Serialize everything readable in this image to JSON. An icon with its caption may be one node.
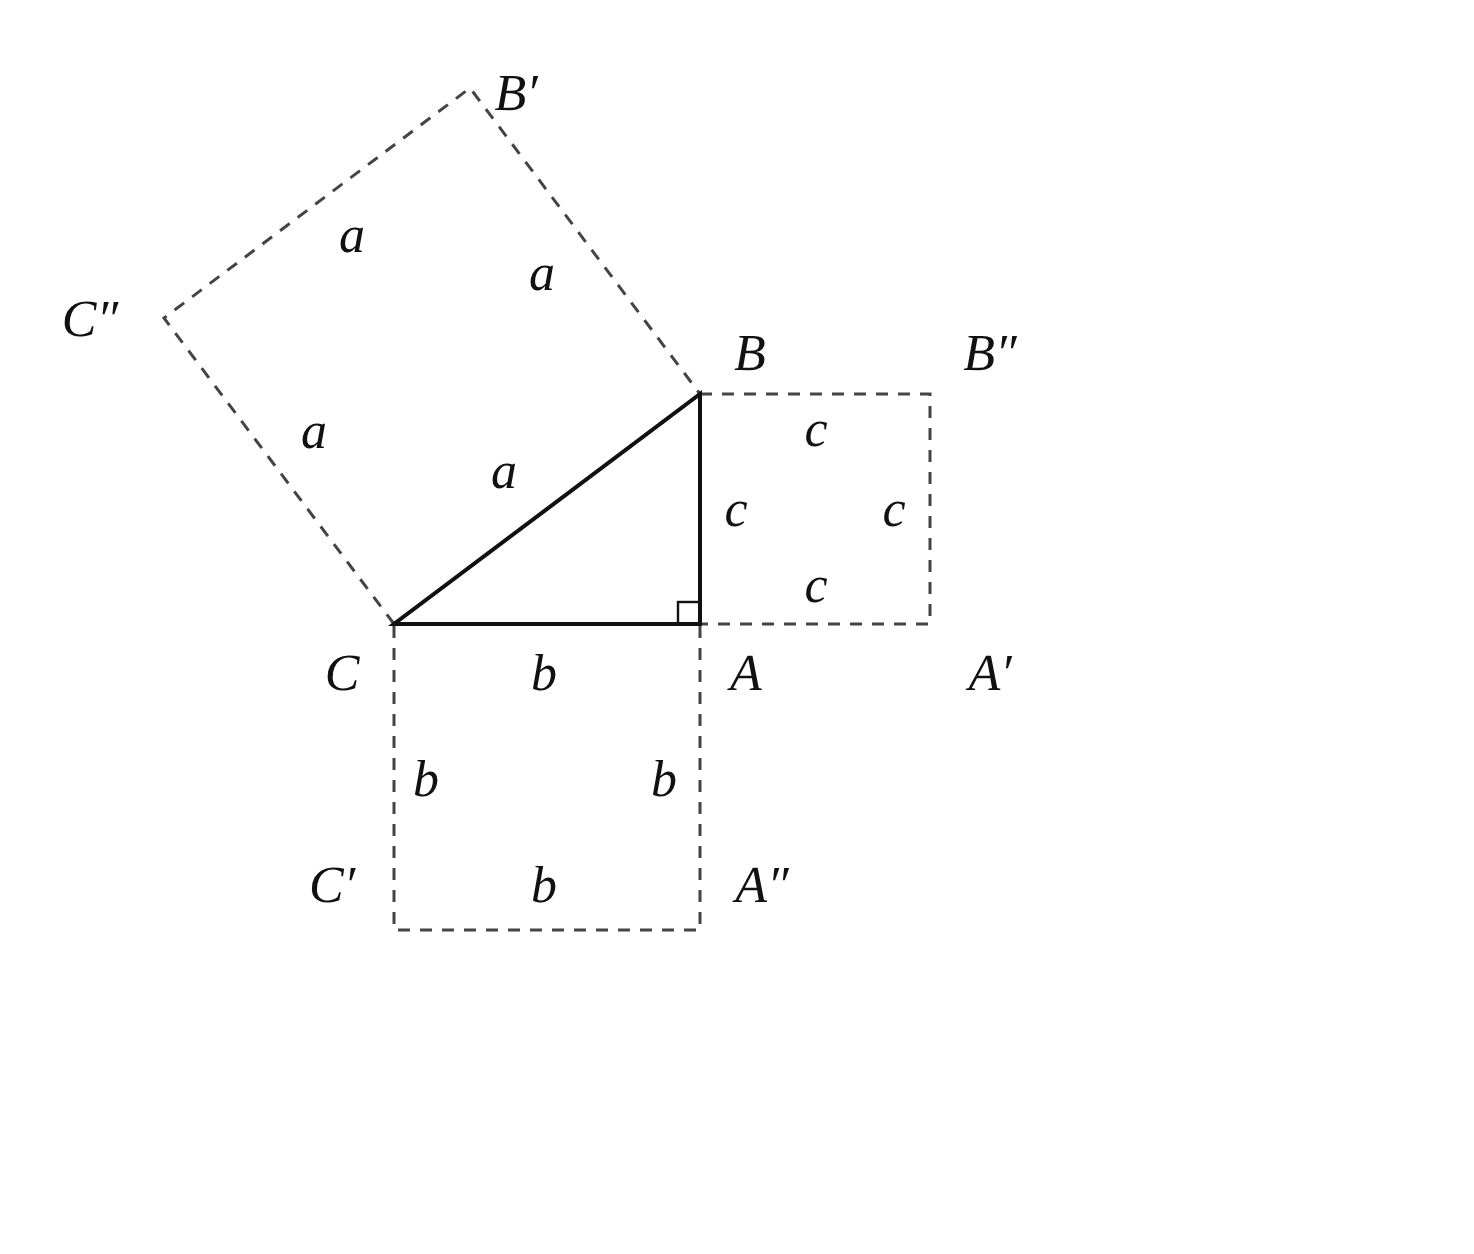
{
  "diagram": {
    "labels": [
      "B′",
      "a",
      "a",
      "C″",
      "B",
      "B″",
      "a",
      "c",
      "a",
      "c",
      "c",
      "c",
      "C",
      "b",
      "A",
      "A′",
      "b",
      "b",
      "C′",
      "b",
      "A″"
    ]
  }
}
